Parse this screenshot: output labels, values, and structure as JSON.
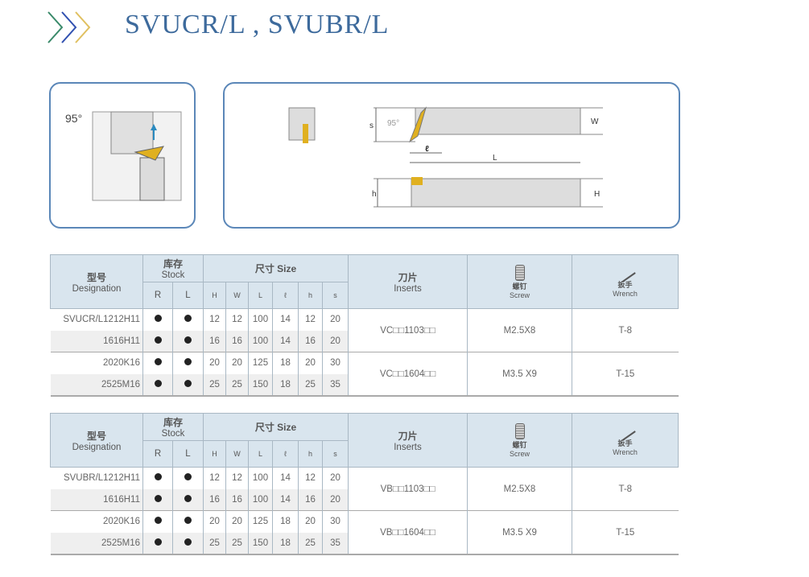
{
  "title": "SVUCR/L , SVUBR/L",
  "diagram": {
    "angle_label": "95°",
    "angle_label_small": "95°",
    "dims": {
      "s": "s",
      "w": "W",
      "l_small": "ℓ",
      "L": "L",
      "h": "h",
      "H": "H"
    }
  },
  "header": {
    "designation_zh": "型号",
    "designation_en": "Designation",
    "stock_zh": "库存",
    "stock_en": "Stock",
    "size": "尺寸 Size",
    "stock_cols": [
      "R",
      "L"
    ],
    "size_cols": [
      "H",
      "W",
      "L",
      "ℓ",
      "h",
      "s"
    ],
    "inserts_zh": "刀片",
    "inserts_en": "Inserts",
    "screw_zh": "螺钉",
    "screw_en": "Screw",
    "wrench_zh": "扳手",
    "wrench_en": "Wrench"
  },
  "tables": [
    {
      "rows": [
        {
          "designation": "SVUCR/L1212H11",
          "R": "●",
          "L": "●",
          "size": [
            "12",
            "12",
            "100",
            "14",
            "12",
            "20"
          ]
        },
        {
          "designation": "1616H11",
          "R": "●",
          "L": "●",
          "size": [
            "16",
            "16",
            "100",
            "14",
            "16",
            "20"
          ]
        },
        {
          "designation": "2020K16",
          "R": "●",
          "L": "●",
          "size": [
            "20",
            "20",
            "125",
            "18",
            "20",
            "30"
          ]
        },
        {
          "designation": "2525M16",
          "R": "●",
          "L": "●",
          "size": [
            "25",
            "25",
            "150",
            "18",
            "25",
            "35"
          ]
        }
      ],
      "groups": [
        {
          "insert": "VC□□1103□□",
          "screw": "M2.5X8",
          "wrench": "T-8"
        },
        {
          "insert": "VC□□1604□□",
          "screw": "M3.5 X9",
          "wrench": "T-15"
        }
      ]
    },
    {
      "rows": [
        {
          "designation": "SVUBR/L1212H11",
          "R": "●",
          "L": "●",
          "size": [
            "12",
            "12",
            "100",
            "14",
            "12",
            "20"
          ]
        },
        {
          "designation": "1616H11",
          "R": "●",
          "L": "●",
          "size": [
            "16",
            "16",
            "100",
            "14",
            "16",
            "20"
          ]
        },
        {
          "designation": "2020K16",
          "R": "●",
          "L": "●",
          "size": [
            "20",
            "20",
            "125",
            "18",
            "20",
            "30"
          ]
        },
        {
          "designation": "2525M16",
          "R": "●",
          "L": "●",
          "size": [
            "25",
            "25",
            "150",
            "18",
            "25",
            "35"
          ]
        }
      ],
      "groups": [
        {
          "insert": "VB□□1103□□",
          "screw": "M2.5X8",
          "wrench": "T-8"
        },
        {
          "insert": "VB□□1604□□",
          "screw": "M3.5 X9",
          "wrench": "T-15"
        }
      ]
    }
  ]
}
